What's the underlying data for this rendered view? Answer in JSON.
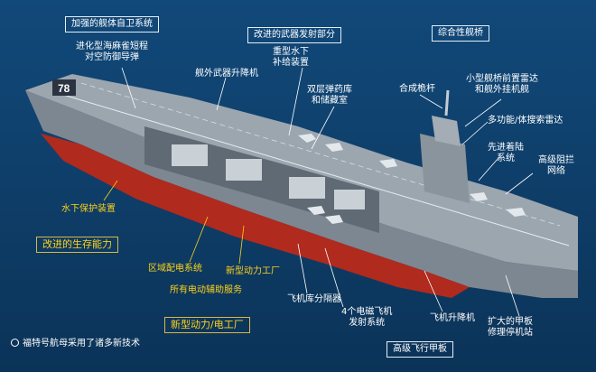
{
  "headings": {
    "self_defense": "加强的舰体自卫系统",
    "weapons_launch": "改进的武器发射部分",
    "integrated_mast": "综合性舰桥",
    "survivability": "改进的生存能力",
    "power_plant": "新型动力/电工厂",
    "flight_deck": "高级飞行甲板"
  },
  "labels": {
    "sea_sparrow": "进化型海麻雀短程\n对空防御导弹",
    "weapons_elevator": "舰外武器升降机",
    "heavy_replenish": "重型水下\n补给装置",
    "double_magazine": "双层弹药库\n和储藏室",
    "composite_mast": "合成桅杆",
    "island_radar": "小型舰桥前置雷达\n和舰外挂机舰",
    "multi_radar": "多功能/体搜索雷达",
    "arresting_gear": "先进着陆\n系统",
    "barrier_net": "高级阻拦\n网络",
    "underwater_armor": "水下保护装置",
    "zonal_power": "区域配电系统",
    "new_power_plant": "新型动力工厂",
    "electric_aux": "所有电动辅助服务",
    "hangar_division": "飞机库分隔器",
    "emals": "4个电磁飞机\n发射系统",
    "aircraft_elevator": "飞机升降机",
    "expanded_deck": "扩大的甲板\n修理停机站"
  },
  "hull_number": "78",
  "footnote": "福特号航母采用了诸多新技术",
  "colors": {
    "background": "#0f3e68",
    "accent_yellow": "#ffd21a",
    "hull_red": "#b02a1e",
    "hull_grey": "#8c969f"
  }
}
